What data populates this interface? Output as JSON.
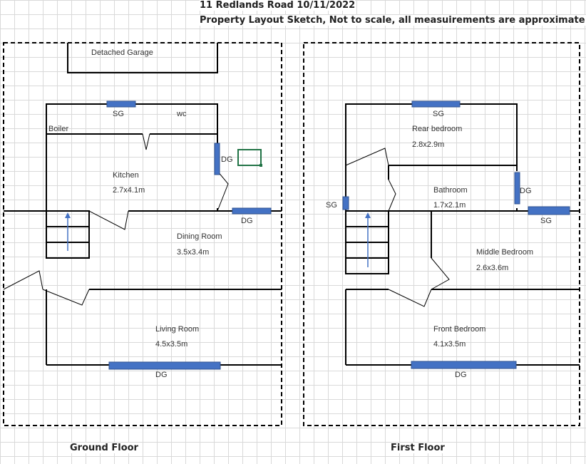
{
  "header": {
    "address_date": "11 Redlands Road 10/11/2022",
    "subtitle": "Property Layout Sketch, Not to scale, all measuirements are approximate"
  },
  "ground_floor": {
    "label": "Ground Floor",
    "garage": "Detached Garage",
    "boiler": "Boiler",
    "wc": "wc",
    "kitchen": {
      "name": "Kitchen",
      "size": "2.7x4.1m"
    },
    "dining": {
      "name": "Dining Room",
      "size": "3.5x3.4m"
    },
    "living": {
      "name": "Living Room",
      "size": "4.5x3.5m"
    },
    "windows": {
      "wc": "SG",
      "kitchen": "DG",
      "dining": "DG",
      "living": "DG"
    }
  },
  "first_floor": {
    "label": "First Floor",
    "rear_bedroom": {
      "name": "Rear bedroom",
      "size": "2.8x2.9m"
    },
    "bathroom": {
      "name": "Bathroom",
      "size": "1.7x2.1m"
    },
    "middle_bedroom": {
      "name": "Middle Bedroom",
      "size": "2.6x3.6m"
    },
    "front_bedroom": {
      "name": "Front Bedroom",
      "size": "4.1x3.5m"
    },
    "windows": {
      "rear": "SG",
      "landing": "SG",
      "bathroom": "DG",
      "middle": "SG",
      "front": "DG"
    }
  },
  "colors": {
    "wall": "#000000",
    "window": "#4472c4",
    "window_edge": "#2f528f",
    "arrow": "#4472c4",
    "selection": "#217346"
  }
}
